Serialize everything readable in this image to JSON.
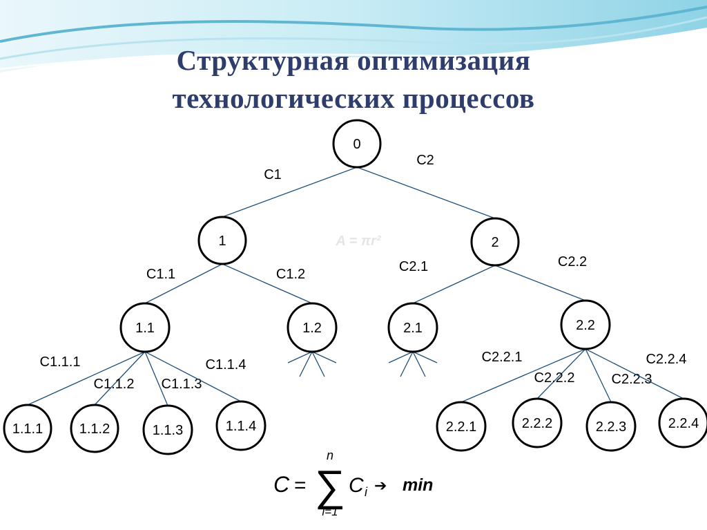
{
  "title": {
    "line1": "Структурная оптимизация",
    "line2": "технологических процессов"
  },
  "colors": {
    "title": "#2e3d6b",
    "edge": "#1f4e79",
    "node_stroke": "#000000",
    "band_light": "#b9e3ee",
    "band_dark": "#5fb6d2",
    "watermark": "#e5e5e5"
  },
  "tree": {
    "nodes": [
      {
        "id": "n0",
        "label": "0"
      },
      {
        "id": "n1",
        "label": "1"
      },
      {
        "id": "n2",
        "label": "2"
      },
      {
        "id": "n11",
        "label": "1.1"
      },
      {
        "id": "n12",
        "label": "1.2"
      },
      {
        "id": "n21",
        "label": "2.1"
      },
      {
        "id": "n22",
        "label": "2.2"
      },
      {
        "id": "n111",
        "label": "1.1.1"
      },
      {
        "id": "n112",
        "label": "1.1.2"
      },
      {
        "id": "n113",
        "label": "1.1.3"
      },
      {
        "id": "n114",
        "label": "1.1.4"
      },
      {
        "id": "n221",
        "label": "2.2.1"
      },
      {
        "id": "n222",
        "label": "2.2.2"
      },
      {
        "id": "n223",
        "label": "2.2.3"
      },
      {
        "id": "n224",
        "label": "2.2.4"
      }
    ],
    "edges": [
      {
        "from": "n0",
        "to": "n1",
        "label": "C1"
      },
      {
        "from": "n0",
        "to": "n2",
        "label": "C2"
      },
      {
        "from": "n1",
        "to": "n11",
        "label": "C1.1"
      },
      {
        "from": "n1",
        "to": "n12",
        "label": "C1.2"
      },
      {
        "from": "n2",
        "to": "n21",
        "label": "C2.1"
      },
      {
        "from": "n2",
        "to": "n22",
        "label": "C2.2"
      },
      {
        "from": "n11",
        "to": "n111",
        "label": "C1.1.1"
      },
      {
        "from": "n11",
        "to": "n112",
        "label": "C1.1.2"
      },
      {
        "from": "n11",
        "to": "n113",
        "label": "C1.1.3"
      },
      {
        "from": "n11",
        "to": "n114",
        "label": "C1.1.4"
      },
      {
        "from": "n22",
        "to": "n221",
        "label": "C2.2.1"
      },
      {
        "from": "n22",
        "to": "n222",
        "label": "C2.2.2"
      },
      {
        "from": "n22",
        "to": "n223",
        "label": "C2.2.3"
      },
      {
        "from": "n22",
        "to": "n224",
        "label": "C2.2.4"
      }
    ]
  },
  "formula": {
    "lhs": "C",
    "equals": "=",
    "sum_upper": "n",
    "sum_lower": "i=1",
    "term": "C",
    "term_sub": "i",
    "arrow": "➔",
    "goal": "min"
  },
  "watermark": "A = πr²"
}
